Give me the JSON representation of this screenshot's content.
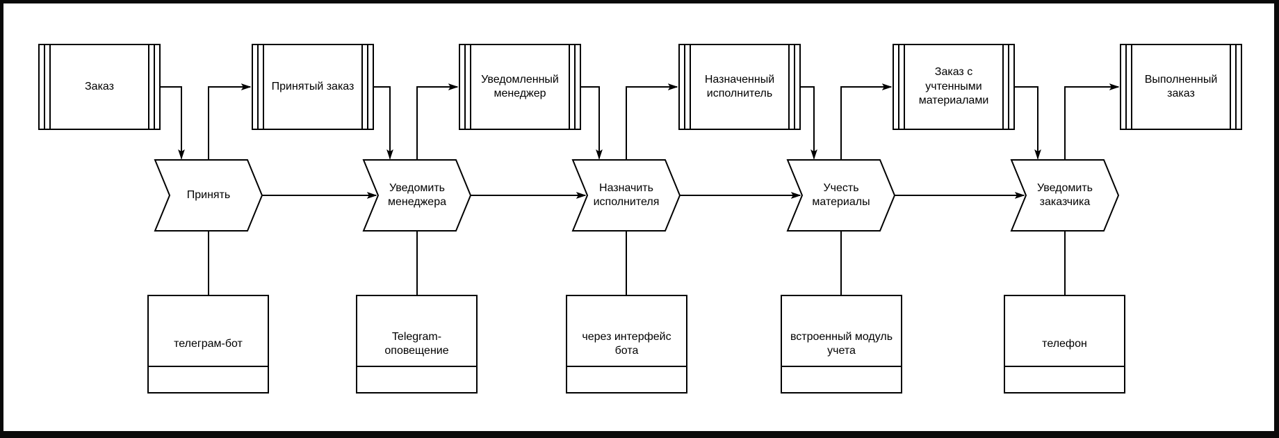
{
  "diagram": {
    "type": "process-flow",
    "language": "ru",
    "colors": {
      "stroke": "#000000",
      "node_fill": "#ffffff",
      "background": "#ffffff",
      "frame": "#0a0a0a"
    },
    "documents": [
      "Заказ",
      "Принятый заказ",
      "Уведомленный менеджер",
      "Назначенный исполнитель",
      "Заказ с учтенными материалами",
      "Выполненный заказ"
    ],
    "functions": [
      "Принять",
      "Уведомить менеджера",
      "Назначить исполнителя",
      "Учесть материалы",
      "Уведомить заказчика"
    ],
    "mechanisms": [
      "телеграм-бот",
      "Telegram-оповещение",
      "через интерфейс бота",
      "встроенный модуль учета",
      "телефон"
    ]
  }
}
